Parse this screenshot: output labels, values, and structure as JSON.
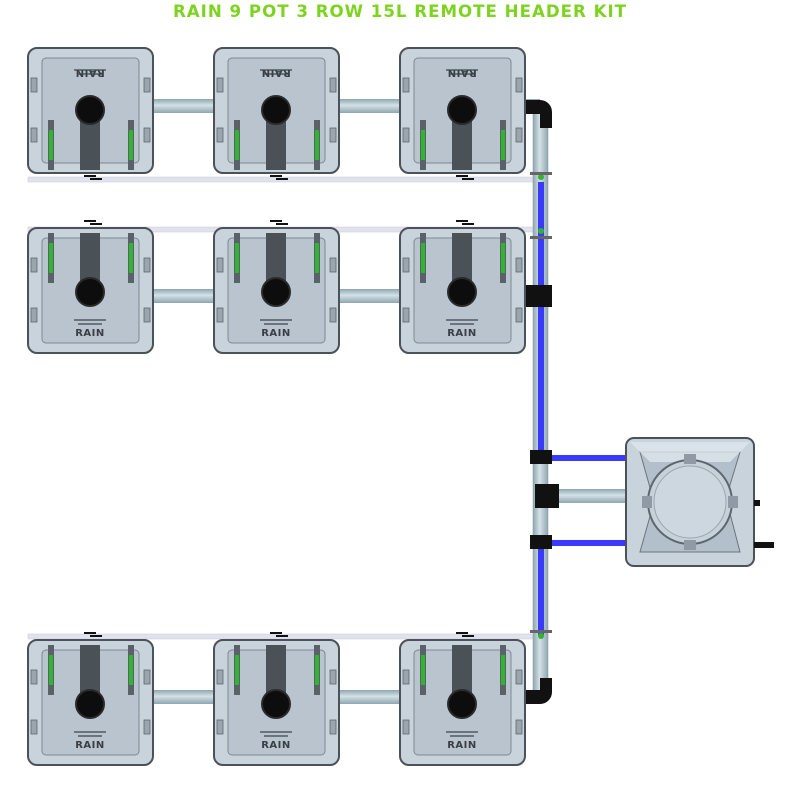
{
  "title": "RAIN 9 POT 3 ROW 15L REMOTE HEADER KIT",
  "pot_label": "RAIN",
  "colors": {
    "title": "#7ed321",
    "pot_body": "#c9d3dc",
    "pot_inner": "#b9c4ce",
    "pot_outline": "#4b525a",
    "pipe": "#a9bcc4",
    "feed_line": "#3a3aff",
    "drip_line": "#e4e4ee",
    "fitting": "#111111",
    "marker": "#2fb52f"
  },
  "rows": [
    {
      "id": "row-1",
      "pots": 3,
      "orientation": "top"
    },
    {
      "id": "row-2",
      "pots": 3,
      "orientation": "bottom"
    },
    {
      "id": "row-3",
      "pots": 3,
      "orientation": "bottom"
    }
  ],
  "reservoir": {
    "id": "remote-reservoir"
  }
}
